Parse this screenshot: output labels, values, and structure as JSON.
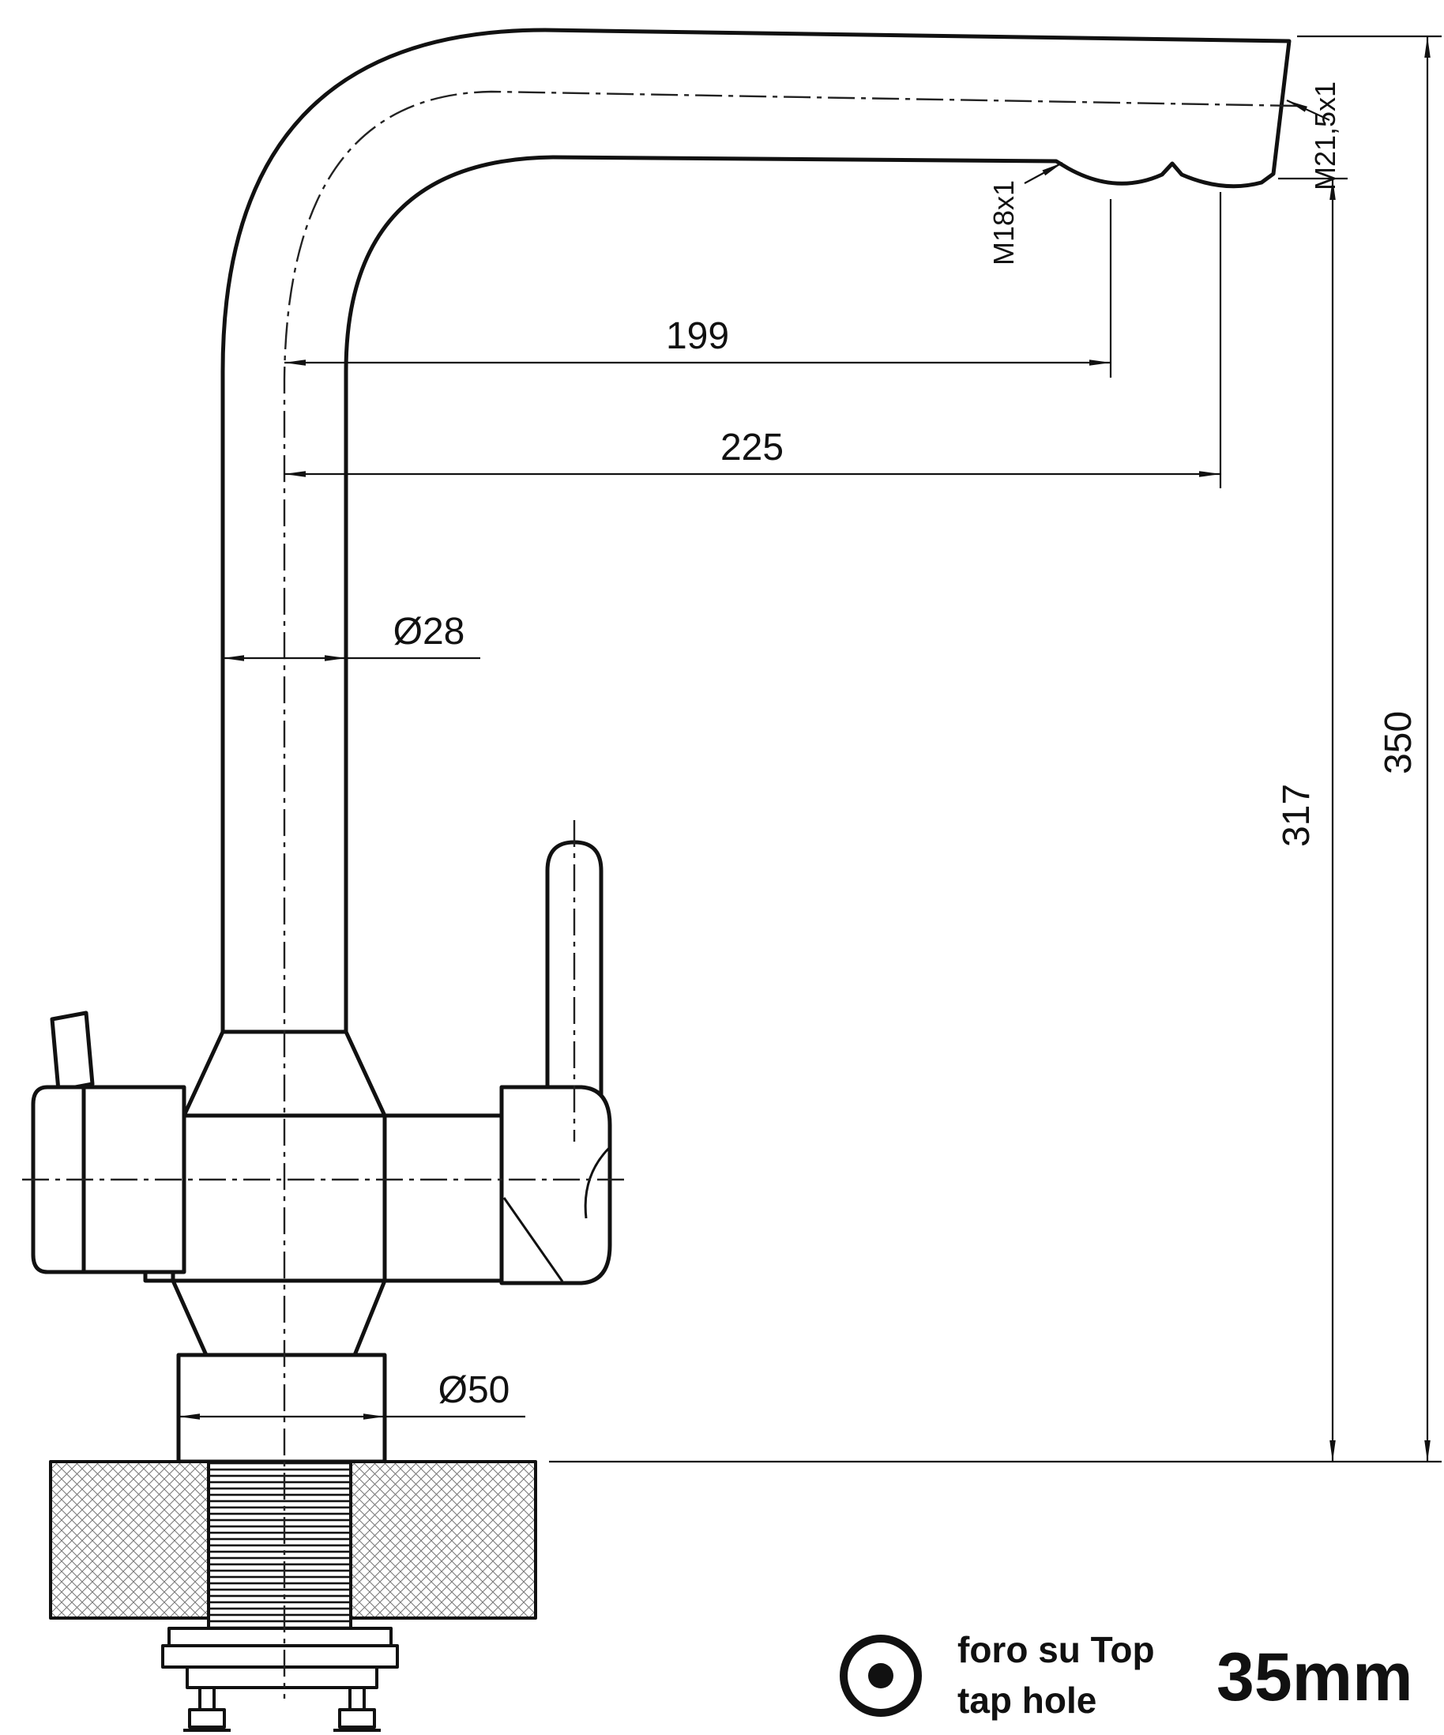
{
  "page": {
    "background": "#ffffff",
    "line_color": "#111111"
  },
  "dimensions": {
    "reach_outlet1": "199",
    "reach_outlet2": "225",
    "spout_pipe_diameter": "Ø28",
    "height_under_spout": "317",
    "height_total": "350",
    "base_diameter": "Ø50"
  },
  "threads": {
    "outlet1": "M18x1",
    "outlet2": "M21,5x1"
  },
  "legend": {
    "hole_label_it": "foro su Top",
    "hole_label_en": "tap hole",
    "hole_diameter": "35mm"
  }
}
